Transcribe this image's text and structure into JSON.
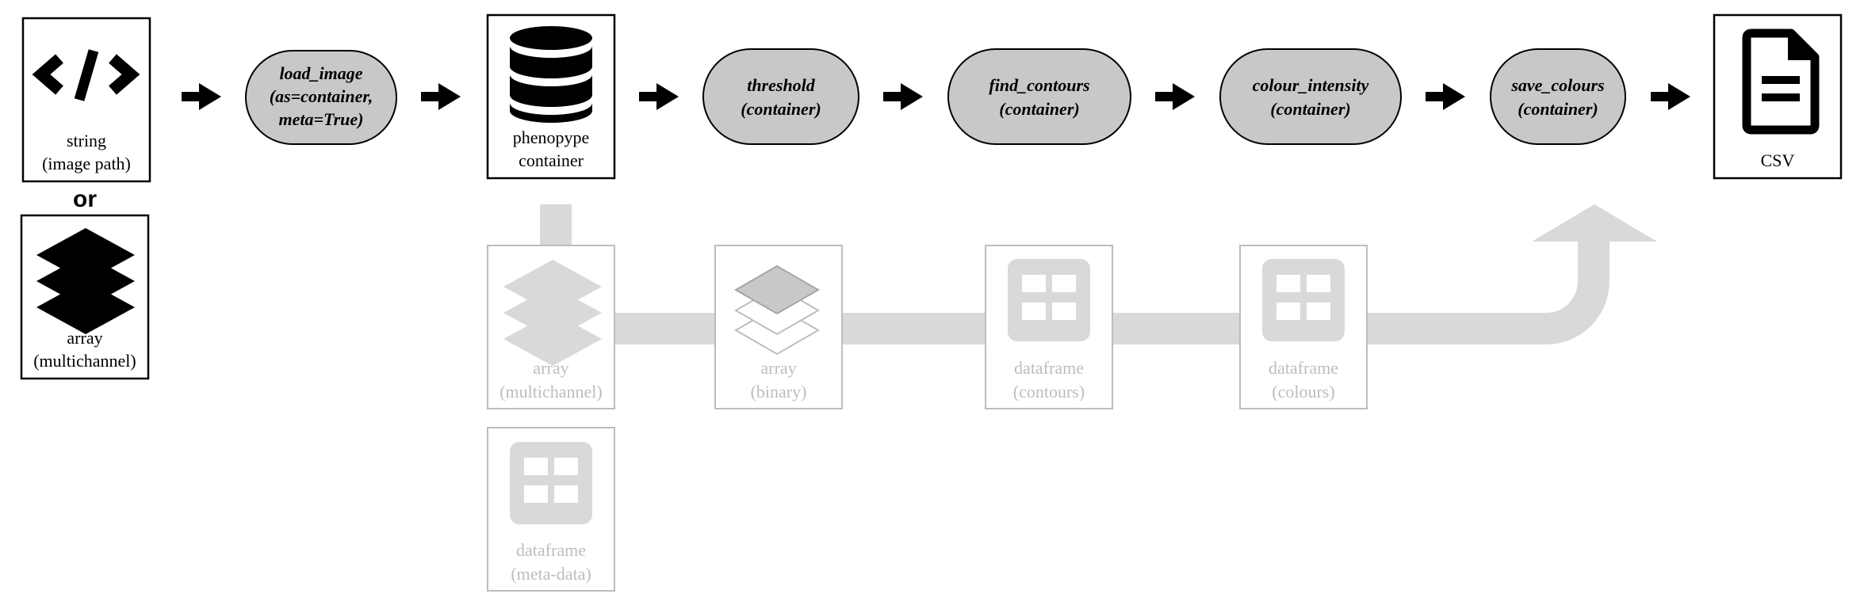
{
  "inputs": {
    "string": {
      "icon": "code-icon",
      "line1": "string",
      "line2": "(image path)"
    },
    "or_label": "or",
    "array": {
      "icon": "layers-icon",
      "line1": "array",
      "line2": "(multichannel)"
    }
  },
  "functions": [
    {
      "line1": "load_image",
      "line2": "(as=container,",
      "line3": "meta=True)"
    },
    {
      "line1": "threshold",
      "line2": "(container)"
    },
    {
      "line1": "find_contours",
      "line2": "(container)"
    },
    {
      "line1": "colour_intensity",
      "line2": "(container)"
    },
    {
      "line1": "save_colours",
      "line2": "(container)"
    }
  ],
  "container": {
    "icon": "database-icon",
    "line1": "phenopype",
    "line2": "container"
  },
  "output": {
    "icon": "file-icon",
    "label": "CSV"
  },
  "container_contents": [
    {
      "icon": "layers-icon",
      "line1": "array",
      "line2": "(multichannel)"
    },
    {
      "icon": "binary-layers-icon",
      "line1": "array",
      "line2": "(binary)"
    },
    {
      "icon": "table-icon",
      "line1": "dataframe",
      "line2": "(contours)"
    },
    {
      "icon": "table-icon",
      "line1": "dataframe",
      "line2": "(colours)"
    },
    {
      "icon": "table-icon",
      "line1": "dataframe",
      "line2": "(meta-data)"
    }
  ],
  "colors": {
    "function_fill": "#c8c8c8",
    "faded_grey": "#d9d9d9",
    "faded_text": "#bdbdbd",
    "ink": "#000000"
  }
}
